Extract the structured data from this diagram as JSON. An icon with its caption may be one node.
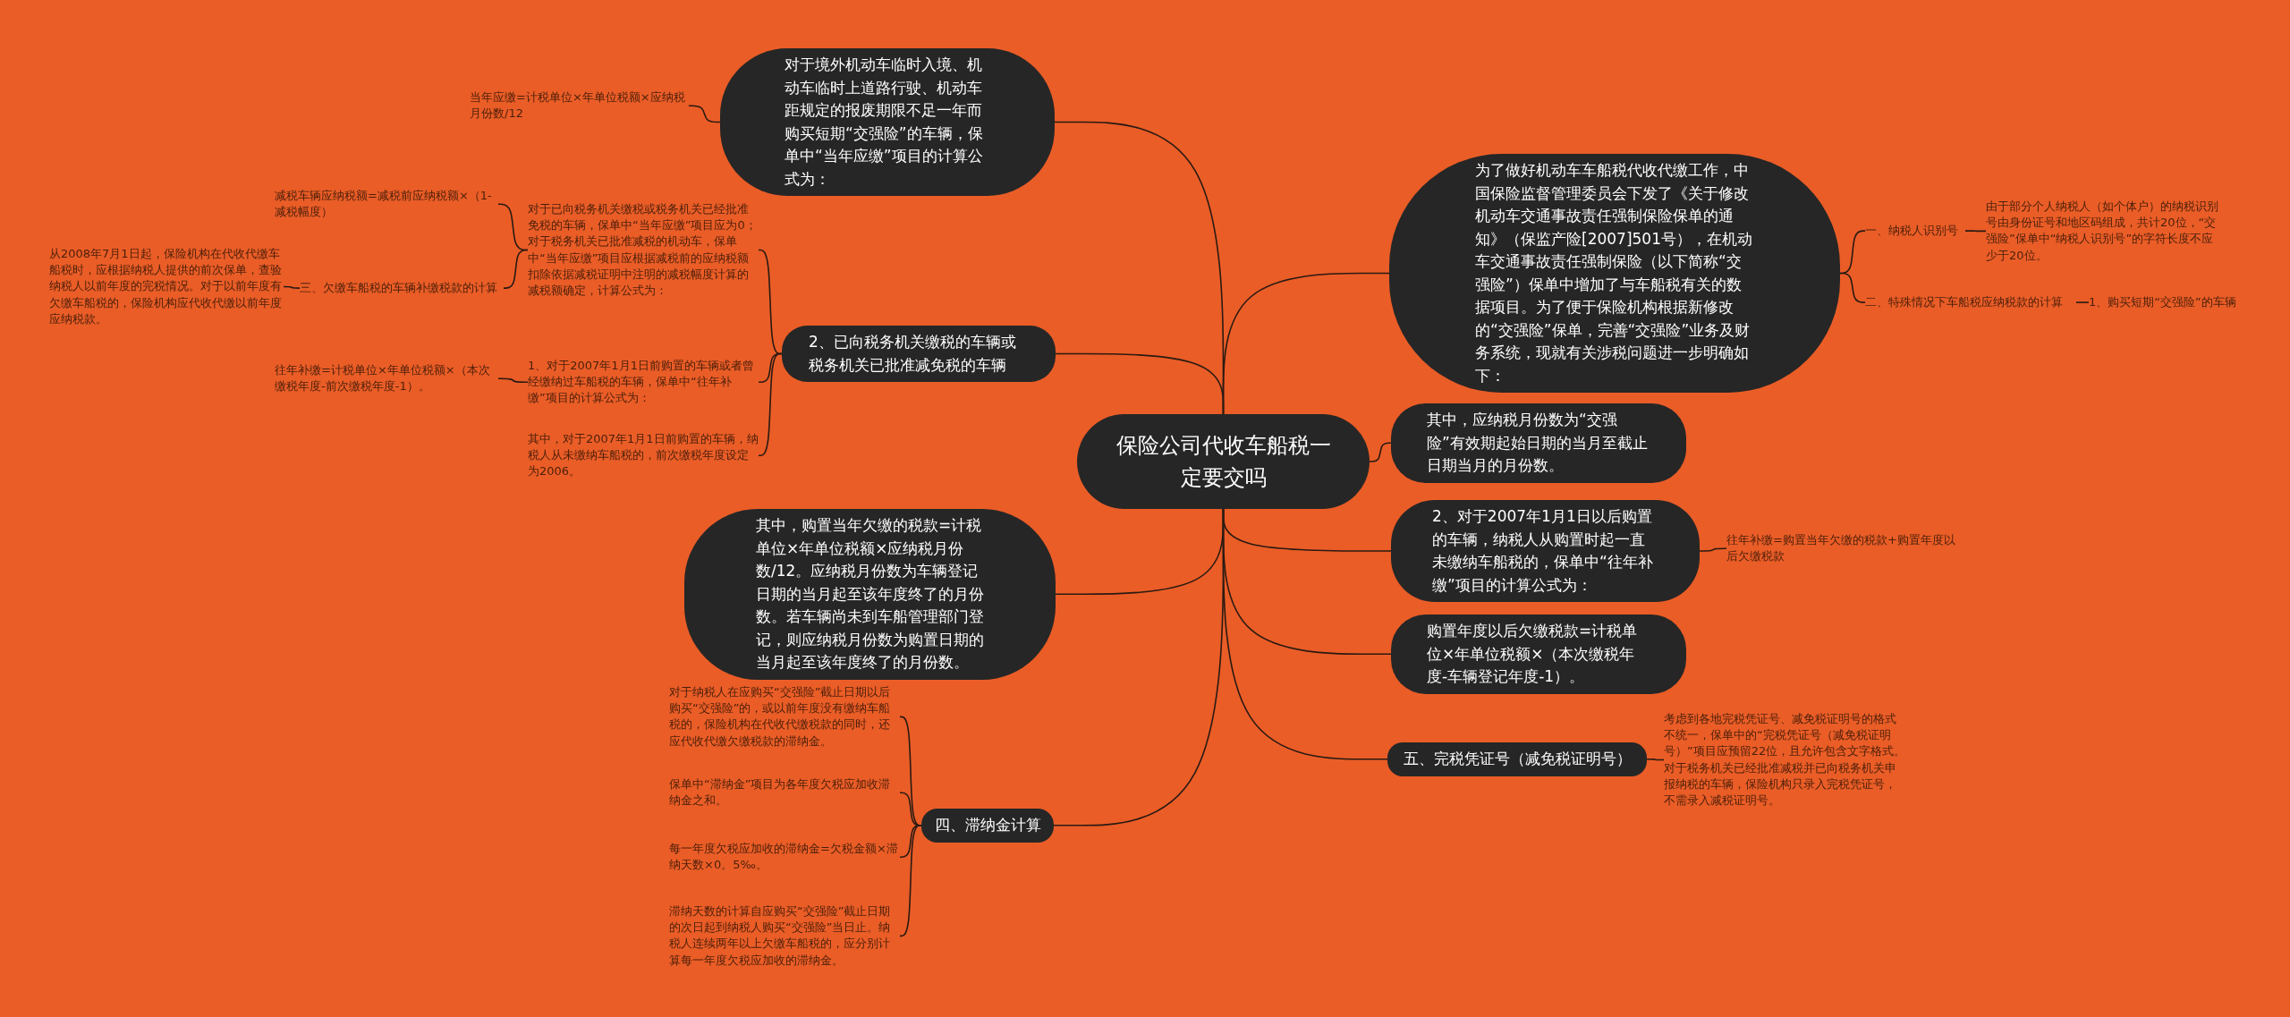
{
  "diagram": {
    "nodes": [
      {
        "text": [
          "保险公司代收车船税一定要交吗"
        ]
      },
      {
        "text": [
          "对于境外机动车临时入境、机动车临时上道路行驶、机动车距规定的报废期限不足一年而购买短期“交强险”的车辆，保单中“当年应缴”项目的计算公式为："
        ]
      },
      {
        "text": [
          "当年应缴=计税单位×年单位税额×应纳税月份数/12"
        ]
      },
      {
        "text": [
          "为了做好机动车车船税代收代缴工作，中国保险监督管理委员会下发了《关于修改机动车交通事故责任强制保险保单的通知》（保监产险[2007]501号），在机动车交通事故责任强制保险（以下简称“交强险”）保单中增加了与车船税有关的数据项目。为了便于保险机构根据新修改的“交强险”保单，完善“交强险”业务及财务系统，现就有关涉税问题进一步明确如下："
        ]
      },
      {
        "text": [
          "一、纳税人识别号"
        ]
      },
      {
        "text": [
          "由于部分个人纳税人（如个体户）的纳税识别号由身份证号和地区码组成，共计20位，“交强险”保单中“纳税人识别号”的字符长度不应少于20位。"
        ]
      },
      {
        "text": [
          "二、特殊情况下车船税应纳税款的计算"
        ]
      },
      {
        "text": [
          "1、购买短期“交强险”的车辆"
        ]
      },
      {
        "text": [
          "减税车辆应纳税额=减税前应纳税额×（1-减税幅度）"
        ]
      },
      {
        "text": [
          "对于已向税务机关缴税或税务机关已经批准免税的车辆，保单中“当年应缴”项目应为0；对于税务机关已批准减税的机动车，保单中“当年应缴”项目应根据减税前的应纳税额扣除依据减税证明中注明的减税幅度计算的减税额确定，计算公式为："
        ]
      },
      {
        "text": [
          "从2008年7月1日起，保险机构在代收代缴车船税时，应根据纳税人提供的前次保单，查验纳税人以前年度的完税情况。对于以前年度有欠缴车船税的，保险机构应代收代缴以前年度应纳税款。"
        ]
      },
      {
        "text": [
          "三、欠缴车船税的车辆补缴税款的计算"
        ]
      },
      {
        "text": [
          "2、已向税务机关缴税的车辆或税务机关已批准减免税的车辆"
        ]
      },
      {
        "text": [
          "往年补缴=计税单位×年单位税额×（本次缴税年度-前次缴税年度-1）。"
        ]
      },
      {
        "text": [
          "1、对于2007年1月1日前购置的车辆或者曾经缴纳过车船税的车辆，保单中“往年补缴”项目的计算公式为："
        ]
      },
      {
        "text": [
          "其中，对于2007年1月1日前购置的车辆，纳税人从未缴纳车船税的，前次缴税年度设定为2006。"
        ]
      },
      {
        "text": [
          "其中，应纳税月份数为“交强险”有效期起始日期的当月至截止日期当月的月份数。"
        ]
      },
      {
        "text": [
          "2、对于2007年1月1日以后购置的车辆，纳税人从购置时起一直未缴纳车船税的，保单中“往年补缴”项目的计算公式为："
        ]
      },
      {
        "text": [
          "往年补缴=购置当年欠缴的税款+购置年度以后欠缴税款"
        ]
      },
      {
        "text": [
          "其中，购置当年欠缴的税款=计税单位×年单位税额×应纳税月份数/12。应纳税月份数为车辆登记日期的当月起至该年度终了的月份数。若车辆尚未到车船管理部门登记，则应纳税月份数为购置日期的当月起至该年度终了的月份数。"
        ]
      },
      {
        "text": [
          "购置年度以后欠缴税款=计税单位×年单位税额×（本次缴税年度-车辆登记年度-1）。"
        ]
      },
      {
        "text": [
          "对于纳税人在应购买“交强险”截止日期以后购买“交强险”的，或以前年度没有缴纳车船税的，保险机构在代收代缴税款的同时，还应代收代缴欠缴税款的滞纳金。"
        ]
      },
      {
        "text": [
          "五、完税凭证号（减免税证明号）"
        ]
      },
      {
        "text": [
          "考虑到各地完税凭证号、减免税证明号的格式不统一，保单中的“完税凭证号（减免税证明号）”项目应预留22位，且允许包含文字格式。对于税务机关已经批准减税并已向税务机关申报纳税的车辆，保险机构只录入完税凭证号，不需录入减税证明号。"
        ]
      },
      {
        "text": [
          "保单中“滞纳金”项目为各年度欠税应加收滞纳金之和。"
        ]
      },
      {
        "text": [
          "四、滞纳金计算"
        ]
      },
      {
        "text": [
          "每一年度欠税应加收的滞纳金=欠税金额×滞纳天数×0。5‰。"
        ]
      },
      {
        "text": [
          "滞纳天数的计算自应购买“交强险”截止日期的次日起到纳税人购买“交强险”当日止。纳税人连续两年以上欠缴车船税的，应分别计算每一年度欠税应加收的滞纳金。"
        ]
      }
    ],
    "edges": [
      {
        "from": 0,
        "to": 1,
        "arrow": "none"
      },
      {
        "from": 1,
        "to": 2,
        "arrow": "none"
      },
      {
        "from": 0,
        "to": 3,
        "arrow": "none"
      },
      {
        "from": 3,
        "to": 4,
        "arrow": "none"
      },
      {
        "from": 4,
        "to": 5,
        "arrow": "none"
      },
      {
        "from": 3,
        "to": 6,
        "arrow": "none"
      },
      {
        "from": 6,
        "to": 7,
        "arrow": "none"
      },
      {
        "from": 0,
        "to": 12,
        "arrow": "none"
      },
      {
        "from": 12,
        "to": 9,
        "arrow": "none"
      },
      {
        "from": 9,
        "to": 8,
        "arrow": "none"
      },
      {
        "from": 9,
        "to": 11,
        "arrow": "none"
      },
      {
        "from": 11,
        "to": 10,
        "arrow": "none"
      },
      {
        "from": 12,
        "to": 14,
        "arrow": "none"
      },
      {
        "from": 14,
        "to": 13,
        "arrow": "none"
      },
      {
        "from": 12,
        "to": 15,
        "arrow": "none"
      },
      {
        "from": 0,
        "to": 16,
        "arrow": "none"
      },
      {
        "from": 0,
        "to": 17,
        "arrow": "none"
      },
      {
        "from": 17,
        "to": 18,
        "arrow": "none"
      },
      {
        "from": 0,
        "to": 19,
        "arrow": "none"
      },
      {
        "from": 0,
        "to": 20,
        "arrow": "none"
      },
      {
        "from": 0,
        "to": 22,
        "arrow": "none"
      },
      {
        "from": 22,
        "to": 23,
        "arrow": "none"
      },
      {
        "from": 0,
        "to": 25,
        "arrow": "none"
      },
      {
        "from": 25,
        "to": 21,
        "arrow": "none"
      },
      {
        "from": 25,
        "to": 24,
        "arrow": "none"
      },
      {
        "from": 25,
        "to": 26,
        "arrow": "none"
      },
      {
        "from": 25,
        "to": 27,
        "arrow": "none"
      }
    ]
  }
}
